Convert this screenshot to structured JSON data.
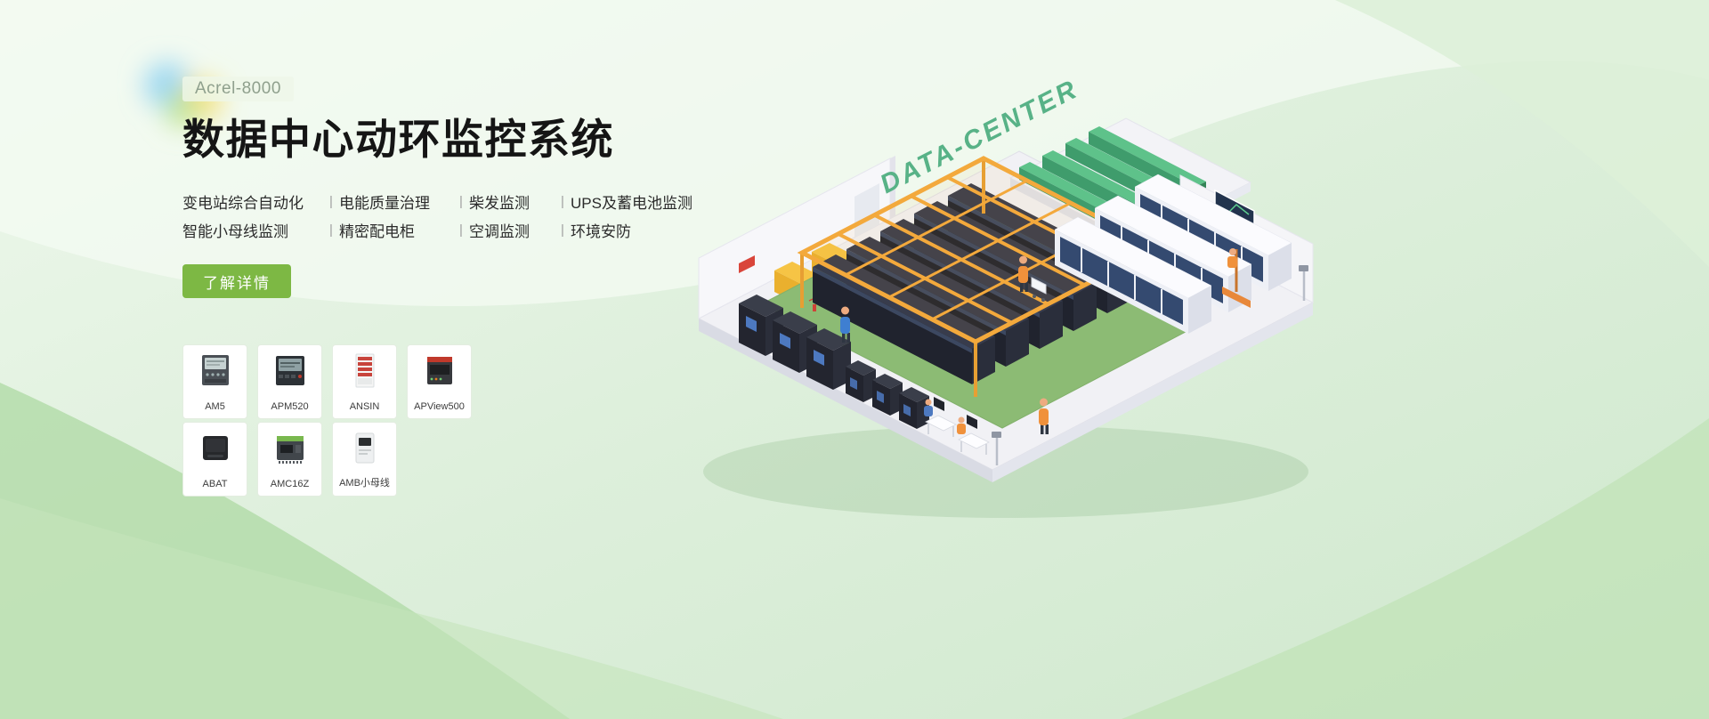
{
  "hero": {
    "badge": "Acrel-8000",
    "title": "数据中心动环监控系统",
    "divider": "|",
    "features_row1": [
      "变电站综合自动化",
      "电能质量治理",
      "柴发监测",
      "UPS及蓄电池监测"
    ],
    "features_row2": [
      "智能小母线监测",
      "精密配电柜",
      "空调监测",
      "环境安防"
    ],
    "cta_label": "了解详情"
  },
  "products": [
    {
      "name": "AM5"
    },
    {
      "name": "APM520"
    },
    {
      "name": "ANSIN"
    },
    {
      "name": "APView500"
    },
    {
      "name": "ABAT"
    },
    {
      "name": "AMC16Z"
    },
    {
      "name": "AMB小母线"
    }
  ],
  "illustration": {
    "label": "DATA-CENTER"
  },
  "icons": [
    "product-image-am5",
    "product-image-apm520",
    "product-image-ansin",
    "product-image-apview500",
    "product-image-abat",
    "product-image-amc16z",
    "product-image-amb"
  ],
  "colors": {
    "accent_green": "#7db844",
    "badge_text": "#8fa08d",
    "title_text": "#151515",
    "feature_text": "#2b2b2b",
    "busway_yellow": "#f3a93c",
    "datacenter_label_green": "#58b287",
    "card_border": "#e3ede0",
    "background_mint": "#ddefdb"
  }
}
